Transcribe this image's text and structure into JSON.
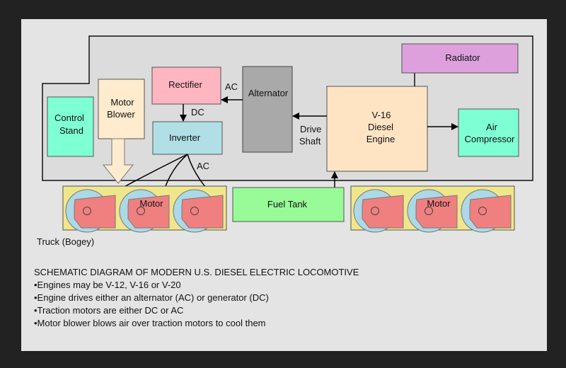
{
  "diagram": {
    "components": {
      "control_stand": [
        "Control",
        "Stand"
      ],
      "motor_blower": [
        "Motor",
        "Blower"
      ],
      "rectifier": "Rectifier",
      "inverter": "Inverter",
      "alternator": "Alternator",
      "engine": [
        "V-16",
        "Diesel",
        "Engine"
      ],
      "radiator": "Radiator",
      "air_compressor": [
        "Air",
        "Compressor"
      ],
      "fuel_tank": "Fuel Tank",
      "motor_label_left": "Motor",
      "motor_label_right": "Motor",
      "truck_label": "Truck (Bogey)"
    },
    "connection_labels": {
      "alternator_to_rectifier": "AC",
      "rectifier_to_inverter": "DC",
      "inverter_to_motors": "AC",
      "drive_shaft": [
        "Drive",
        "Shaft"
      ]
    },
    "colors": {
      "control_stand": "#7fffd4",
      "motor_blower": "#ffebcd",
      "rectifier": "#ffb6c1",
      "inverter": "#b0e0e6",
      "alternator": "#a9a9a9",
      "engine": "#ffe4c4",
      "radiator": "#dda0dd",
      "air_compressor": "#7fffd4",
      "fuel_tank": "#98fb98",
      "truck": "#f0e68c",
      "wheel": "#add8e6",
      "motor": "#f08080",
      "body": "#dcdcdc"
    }
  },
  "notes": {
    "title": "SCHEMATIC DIAGRAM OF MODERN U.S. DIESEL ELECTRIC LOCOMOTIVE",
    "bullets": [
      "•Engines may be V-12, V-16 or V-20",
      "•Engine drives either an alternator (AC) or generator (DC)",
      "•Traction motors are either DC or AC",
      "•Motor blower blows air over traction motors to cool them"
    ]
  }
}
